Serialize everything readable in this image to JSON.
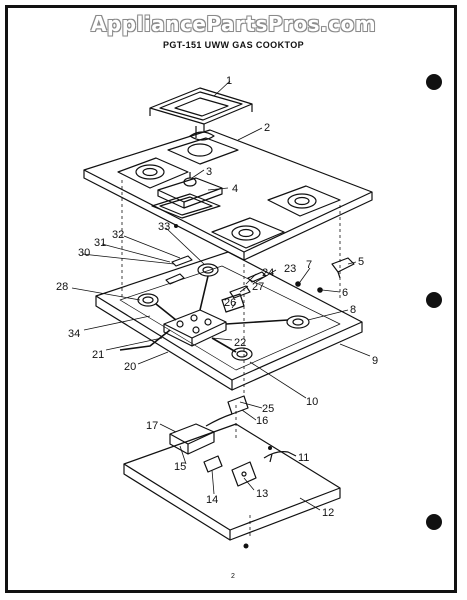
{
  "watermark": "AppliancePartsPros.com",
  "title": "PGT-151 UWW GAS COOKTOP",
  "page_number": "2",
  "callouts": [
    {
      "id": "1",
      "label": "1"
    },
    {
      "id": "2",
      "label": "2"
    },
    {
      "id": "3",
      "label": "3"
    },
    {
      "id": "4",
      "label": "4"
    },
    {
      "id": "5",
      "label": "5"
    },
    {
      "id": "6",
      "label": "6"
    },
    {
      "id": "7",
      "label": "7"
    },
    {
      "id": "8",
      "label": "8"
    },
    {
      "id": "9",
      "label": "9"
    },
    {
      "id": "10",
      "label": "10"
    },
    {
      "id": "11",
      "label": "11"
    },
    {
      "id": "12",
      "label": "12"
    },
    {
      "id": "13",
      "label": "13"
    },
    {
      "id": "14",
      "label": "14"
    },
    {
      "id": "15",
      "label": "15"
    },
    {
      "id": "16",
      "label": "16"
    },
    {
      "id": "17",
      "label": "17"
    },
    {
      "id": "20",
      "label": "20"
    },
    {
      "id": "21",
      "label": "21"
    },
    {
      "id": "22",
      "label": "22"
    },
    {
      "id": "23",
      "label": "23"
    },
    {
      "id": "24",
      "label": "24"
    },
    {
      "id": "25",
      "label": "25"
    },
    {
      "id": "26",
      "label": "26"
    },
    {
      "id": "27",
      "label": "27"
    },
    {
      "id": "28",
      "label": "28"
    },
    {
      "id": "30",
      "label": "30"
    },
    {
      "id": "31",
      "label": "31"
    },
    {
      "id": "32",
      "label": "32"
    },
    {
      "id": "33",
      "label": "33"
    },
    {
      "id": "34",
      "label": "34"
    }
  ]
}
